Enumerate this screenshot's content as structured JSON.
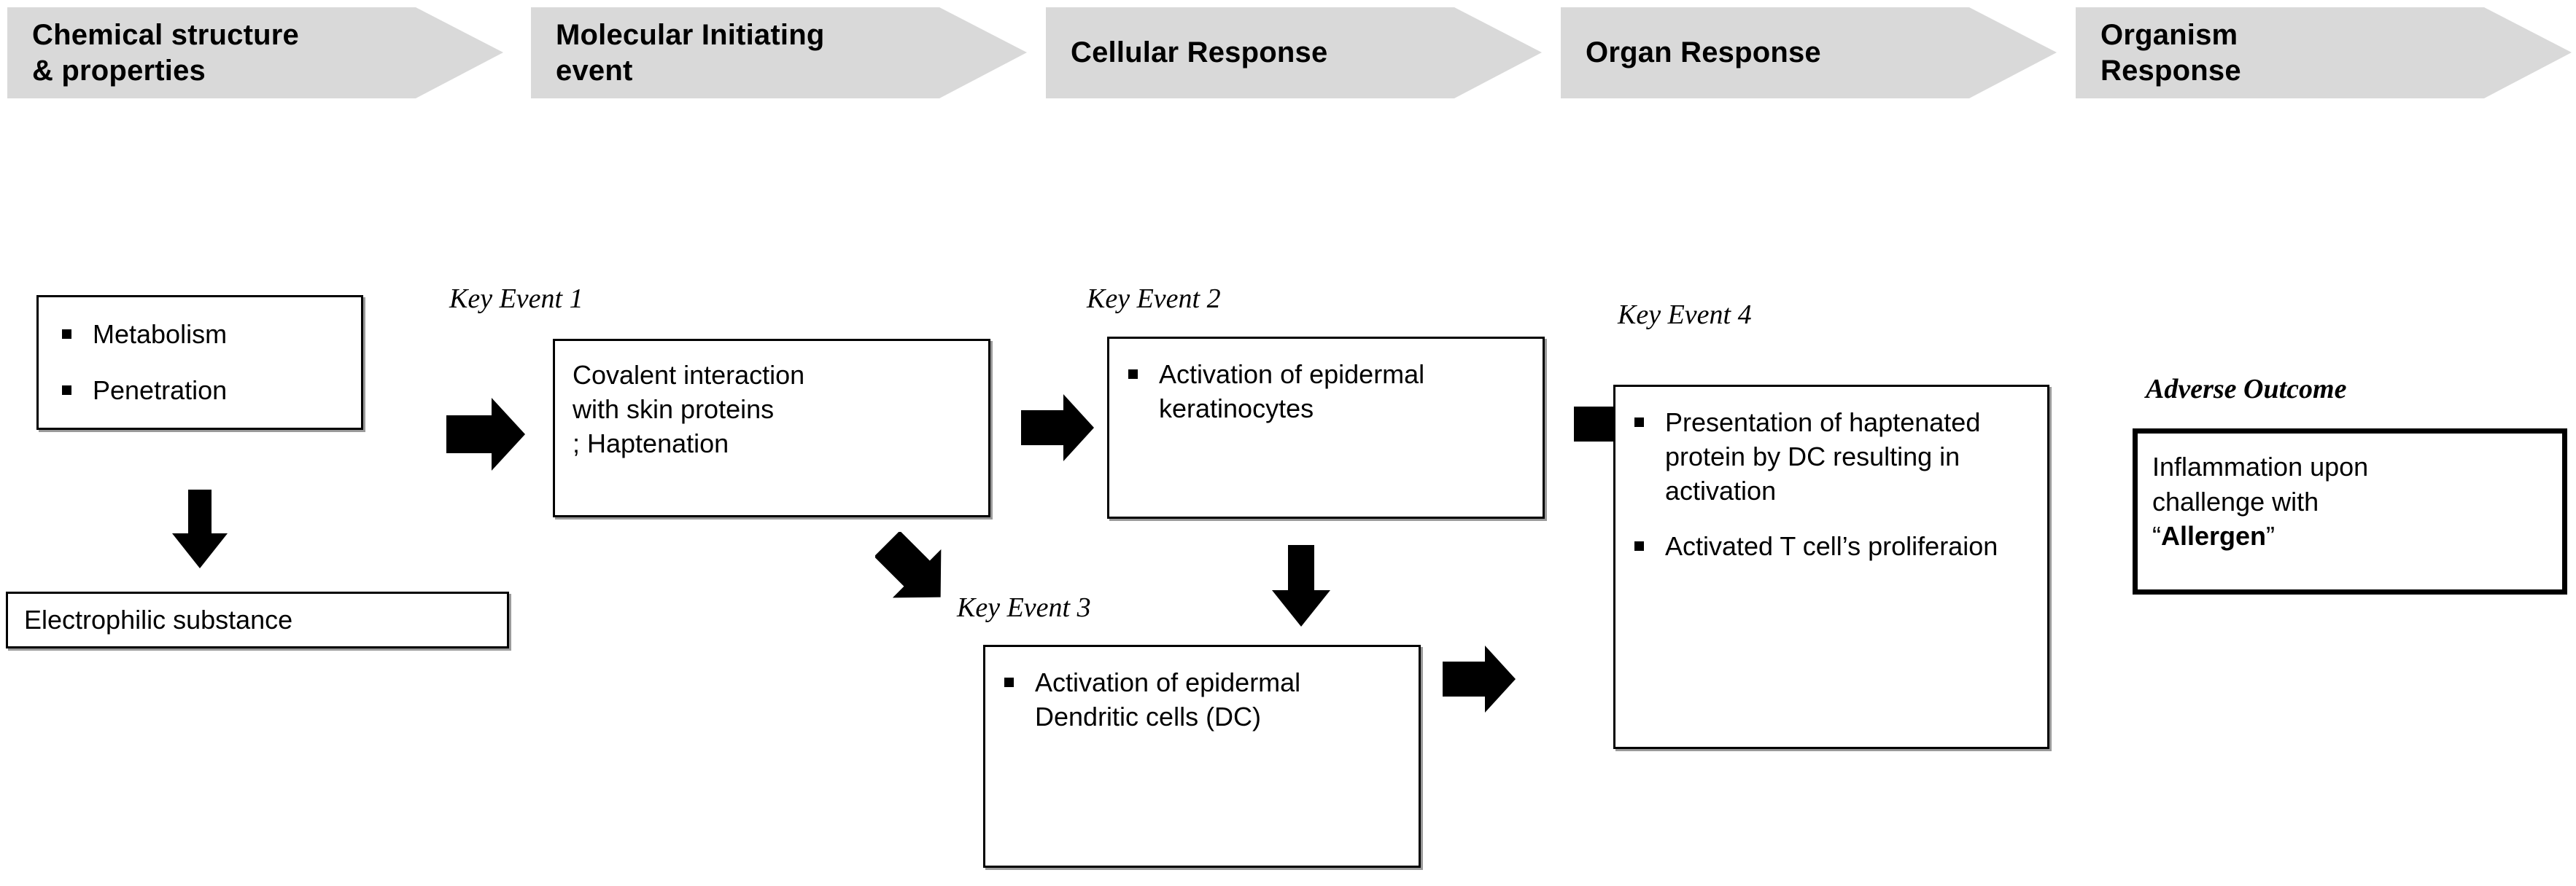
{
  "diagram": {
    "title": "Adverse Outcome Pathway for skin sensitisation",
    "accent_grey": "#d9d9d9",
    "outline_color": "#000000"
  },
  "banners": [
    {
      "id": "chemical-structure",
      "label": "Chemical structure\n& properties"
    },
    {
      "id": "molecular-initiating-event",
      "label": "Molecular Initiating\nevent"
    },
    {
      "id": "cellular-response",
      "label": "Cellular Response"
    },
    {
      "id": "organ-response",
      "label": "Organ Response"
    },
    {
      "id": "organism-response",
      "label": "Organism\nResponse"
    }
  ],
  "captions": {
    "key_event_1": "Key Event 1",
    "key_event_2": "Key Event 2",
    "key_event_3": "Key Event 3",
    "key_event_4": "Key Event 4",
    "adverse_outcome": "Adverse Outcome"
  },
  "boxes": {
    "chemical_properties": {
      "items": [
        "Metabolism",
        "Penetration"
      ]
    },
    "electrophilic_substance": {
      "text": "Electrophilic substance"
    },
    "key_event_1": {
      "lines": [
        "Covalent interaction",
        "with skin proteins",
        "; Haptenation"
      ]
    },
    "key_event_2": {
      "items": [
        "Activation of epidermal keratinocytes"
      ]
    },
    "key_event_3": {
      "items": [
        "Activation of epidermal Dendritic cells (DC)"
      ]
    },
    "key_event_4": {
      "items": [
        "Presentation of haptenated protein by DC resulting in activation",
        "Activated T cell’s proliferaion"
      ]
    },
    "adverse_outcome": {
      "line1": "Inflammation upon",
      "line2": "challenge with",
      "quote_open": "“",
      "allergen": "Allergen",
      "quote_close": "”"
    }
  },
  "arrows": [
    {
      "id": "arrow-properties-to-electrophilic",
      "direction": "down"
    },
    {
      "id": "arrow-electrophilic-to-ke1",
      "direction": "right"
    },
    {
      "id": "arrow-ke1-to-ke2",
      "direction": "right"
    },
    {
      "id": "arrow-ke1-to-ke3",
      "direction": "down-right"
    },
    {
      "id": "arrow-ke2-to-ke3",
      "direction": "down"
    },
    {
      "id": "arrow-ke2-to-ke4",
      "direction": "right"
    },
    {
      "id": "arrow-ke3-to-ke4",
      "direction": "right"
    }
  ]
}
